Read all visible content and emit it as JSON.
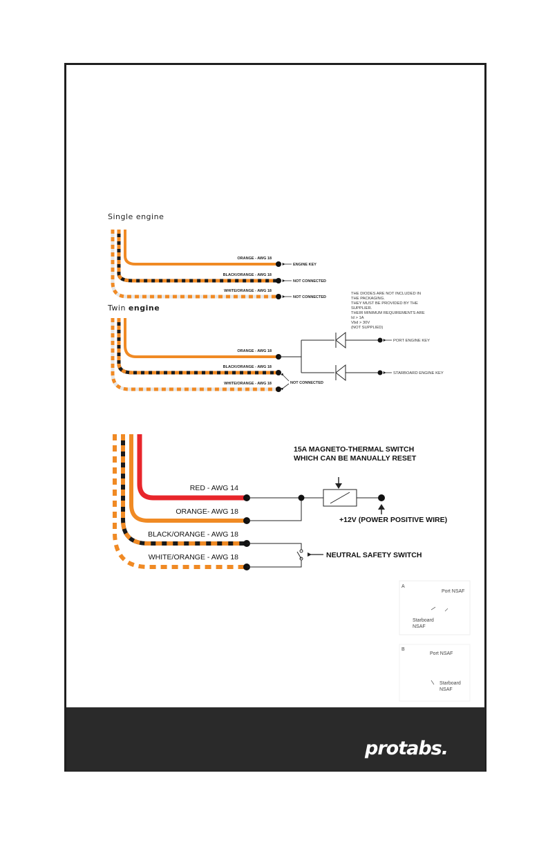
{
  "single_engine": {
    "heading": "Single engine",
    "wires": [
      {
        "label": "ORANGE - AWG 18",
        "target": "ENGINE KEY"
      },
      {
        "label": "BLACK/ORANGE - AWG 18",
        "target": "NOT CONNECTED"
      },
      {
        "label": "WHITE/ORANGE - AWG 18",
        "target": "NOT CONNECTED"
      }
    ]
  },
  "twin_engine": {
    "heading_normal": "Twin ",
    "heading_bold": "engine",
    "wires": [
      {
        "label": "ORANGE - AWG 18"
      },
      {
        "label": "BLACK/ORANGE - AWG 18"
      },
      {
        "label": "WHITE/ORANGE - AWG 18"
      }
    ],
    "not_connected": "NOT CONNECTED",
    "port_key": "PORT ENGINE KEY",
    "starboard_key": "STARBOARD ENGINE KEY",
    "diode_note": [
      "THE DIODES ARE NOT INCLUDED IN",
      "THE PACKAGING.",
      "THEY MUST BE PROVIDED BY THE",
      "SUPPLIER.",
      "THEIR MINIMUM REQUIREMENTS ARE",
      "Id > 1A",
      "Vbd > 30V",
      "(NOT SUPPLIED)"
    ]
  },
  "power_diagram": {
    "wires": [
      {
        "label": "RED - AWG 14"
      },
      {
        "label": "ORANGE- AWG 18"
      },
      {
        "label": "BLACK/ORANGE - AWG 18"
      },
      {
        "label": "WHITE/ORANGE - AWG 18"
      }
    ],
    "switch_title_1": "15A MAGNETO-THERMAL SWITCH",
    "switch_title_2": "WHICH CAN BE MANUALLY RESET",
    "power_label": "+12V (POWER POSITIVE WIRE)",
    "neutral_label": "NEUTRAL SAFETY SWITCH"
  },
  "inset": {
    "a": {
      "letter": "A",
      "port": "Port NSAF",
      "starboard_1": "Starboard",
      "starboard_2": "NSAF"
    },
    "b": {
      "letter": "B",
      "port": "Port NSAF",
      "starboard_1": "Starboard",
      "starboard_2": "NSAF"
    }
  },
  "brand": {
    "logo": "protabs."
  },
  "colors": {
    "orange": "#f08a24",
    "red": "#e8262b",
    "black": "#1a1a1a",
    "white_stripe": "#e6e6e6",
    "footer": "#2a2a2a"
  }
}
